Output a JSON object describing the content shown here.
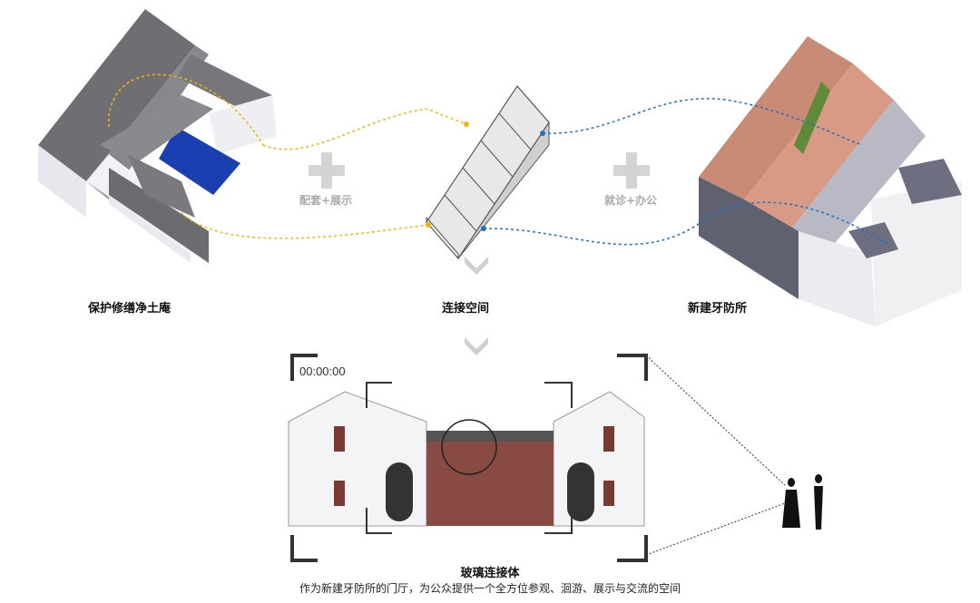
{
  "labels": {
    "left_building": "保护修缮净土庵",
    "connector": "连接空间",
    "right_building": "新建牙防所",
    "left_function": "配套+展示",
    "right_function": "就诊+办公"
  },
  "viewfinder": {
    "timecode": "00:00:00"
  },
  "caption": {
    "title": "玻璃连接体",
    "subtitle": "作为新建牙防所的门厅，为公众提供一个全方位参观、洄游、展示与交流的空间"
  },
  "colors": {
    "yellow_path": "#f2b705",
    "blue_path": "#1f72c4",
    "plus_gray": "#d4d4d4"
  }
}
